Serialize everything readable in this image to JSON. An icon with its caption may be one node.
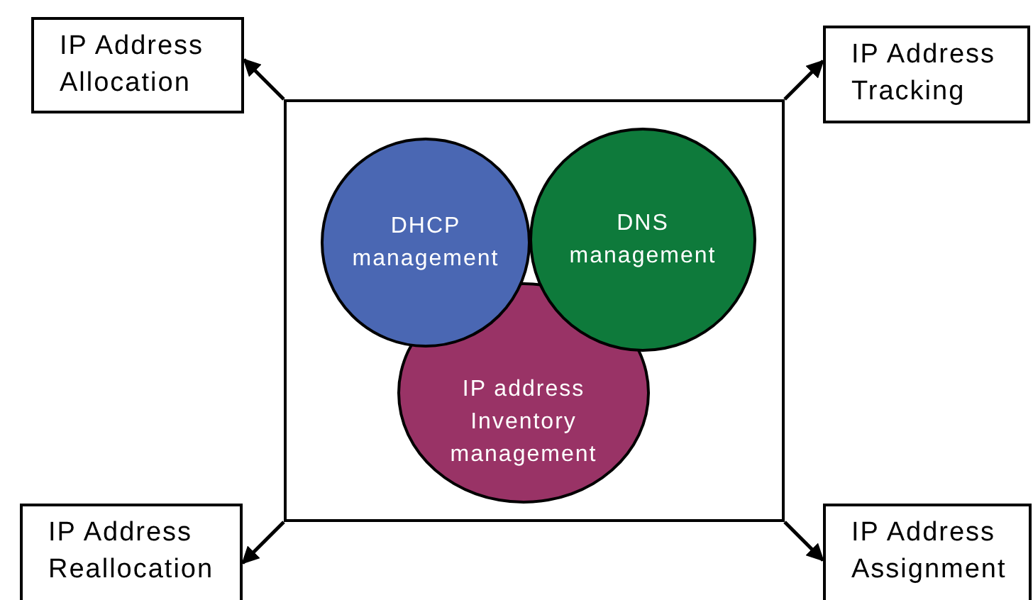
{
  "diagram": {
    "nodes": [
      {
        "text": [
          "IP Address Allocation"
        ]
      },
      {
        "text": [
          "IP Address Tracking"
        ]
      },
      {
        "text": [],
        "shape": "box"
      },
      {
        "text": [
          "DHCP management"
        ],
        "in": 2
      },
      {
        "text": [
          "DNS management"
        ],
        "in": 2
      },
      {
        "text": [
          "IP address Inventory management"
        ],
        "in": 2
      },
      {
        "text": [
          "IP Address Reallocation"
        ]
      },
      {
        "text": [
          "IP Address Assignment"
        ]
      }
    ],
    "edges": [
      {
        "from": 2,
        "to": 0,
        "arrow": "to"
      },
      {
        "from": 2,
        "to": 1,
        "arrow": "to"
      },
      {
        "from": 2,
        "to": 6,
        "arrow": "to"
      },
      {
        "from": 2,
        "to": 7,
        "arrow": "to"
      }
    ]
  }
}
